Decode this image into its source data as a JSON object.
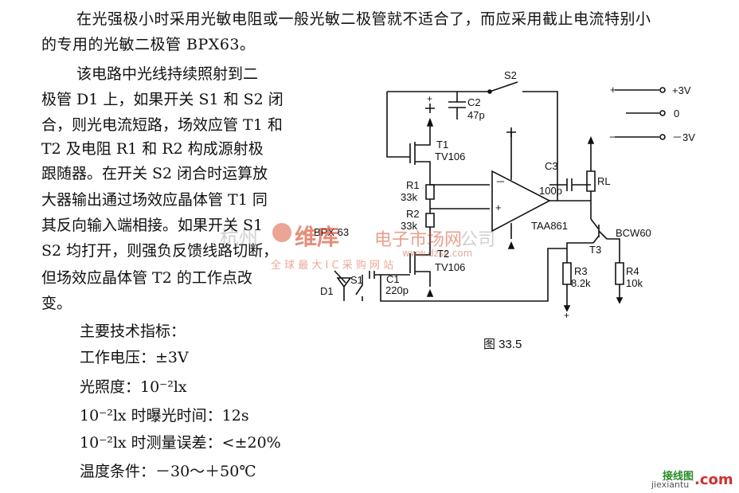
{
  "paragraph1": {
    "line1": "在光强极小时采用光敏电阻或一般光敏二极管就不适合了，而应采用截止电流特别小",
    "line2": "的专用的光敏二极管 BPX63。"
  },
  "paragraph2": [
    "该电路中光线持续照射到二",
    "极管 D1 上，如果开关 S1 和 S2 闭",
    "合，则光电流短路，场效应管 T1 和",
    "T2 及电阻 R1 和 R2 构成源射极",
    "跟随器。在开关 S2 闭合时运算放",
    "大器输出通过场效应晶体管 T1 同",
    "其反向输入端相接。如果开关 S1",
    "S2 均打开，则强负反馈线路切断，",
    "但场效应晶体管 T2 的工作点改",
    "变。"
  ],
  "specs": {
    "heading": "主要技术指标：",
    "items": [
      "工作电压：±3V",
      "光照度：10⁻²lx",
      "10⁻²lx 时曝光时间：12s",
      "10⁻²lx 时测量误差：<±20%",
      "温度条件：－30～＋50℃"
    ]
  },
  "figure": {
    "caption": "图 33.5",
    "labels": {
      "s2": "S2",
      "c2": "C2",
      "c2_val": "47p",
      "t1": "T1",
      "t1_part": "TV106",
      "r1": "R1",
      "r1_val": "33k",
      "r2": "R2",
      "r2_val": "33k",
      "c3": "C3",
      "c3_val": "100p",
      "opamp": "TAA861",
      "rl": "RL",
      "t2": "T2",
      "t2_part": "TV106",
      "bpx": "BPX 63",
      "s1": "S1",
      "c1": "C1",
      "c1_val": "220p",
      "d1": "D1",
      "t3": "T3",
      "t3_part": "BCW60",
      "r3": "R3",
      "r3_val": "8.2k",
      "r4": "R4",
      "r4_val": "10k",
      "plus3v": "+3V",
      "zero": "0",
      "minus3v": "－3V",
      "plus": "+",
      "minus": "－"
    }
  },
  "watermarks": {
    "brand": "维库",
    "site_cn": "电子市场网",
    "city": "杭州",
    "company": "公司",
    "url": "www.dzsc.com",
    "slogan": "全 球 最 大 I C 采 购 网 站",
    "corner_cn": "接线图",
    "corner_url": "jiexiantu",
    "corner_com": ".com"
  }
}
